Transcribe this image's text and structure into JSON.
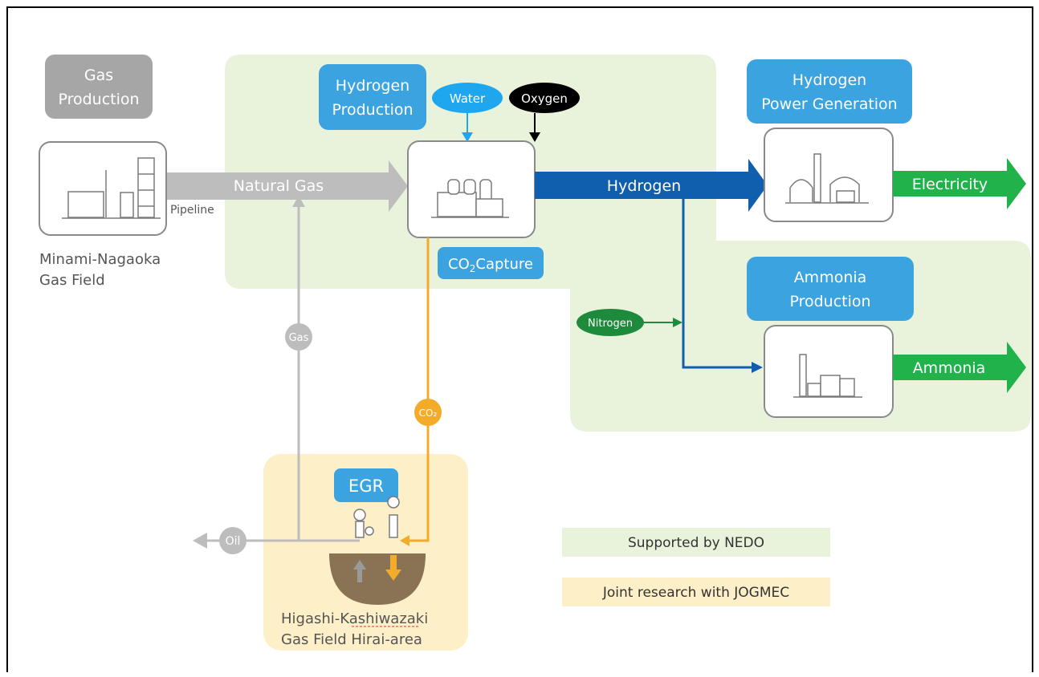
{
  "labels": {
    "gas_production": [
      "Gas",
      "Production"
    ],
    "hydrogen_production": [
      "Hydrogen",
      "Production"
    ],
    "hydrogen_power": [
      "Hydrogen",
      "Power Generation"
    ],
    "ammonia_production": [
      "Ammonia",
      "Production"
    ],
    "egr": "EGR",
    "co2_capture_main": "CO",
    "co2_capture_sub": "2",
    "co2_capture_tail": "Capture"
  },
  "flows": {
    "natural_gas": "Natural Gas",
    "pipeline": "Pipeline",
    "hydrogen": "Hydrogen",
    "electricity": "Electricity",
    "ammonia": "Ammonia",
    "water": "Water",
    "oxygen": "Oxygen",
    "nitrogen": "Nitrogen",
    "gas": "Gas",
    "co2": "CO₂",
    "oil": "Oil"
  },
  "sites": {
    "minami": [
      "Minami-Nagaoka",
      "Gas Field"
    ],
    "higashi_line1": "Higashi-Kashiwazaki",
    "higashi_line2": "Gas Field  Hirai-area"
  },
  "legend": {
    "nedo": "Supported by NEDO",
    "jogmec": "Joint research with JOGMEC"
  },
  "colors": {
    "blue_label": "#3ba3e0",
    "gray_label": "#a6a6a6",
    "green_area": "#e9f3dc",
    "yellow_area": "#fdefc8",
    "hydrogen_arrow": "#0f5fae",
    "electricity_arrow": "#22b24c",
    "gas_arrow": "#bdbdbd",
    "co2_line": "#f5ab2a",
    "nitrogen": "#1d8a3c",
    "water": "#1ea6ee",
    "oxygen": "#000000"
  }
}
